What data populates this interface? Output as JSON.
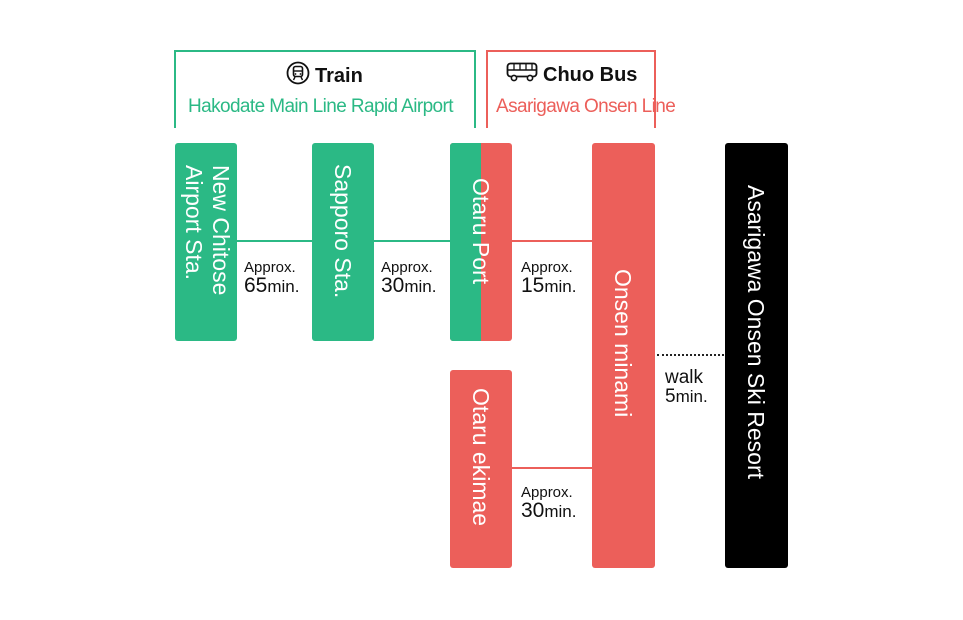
{
  "train": {
    "title": "Train",
    "line": "Hakodate Main Line Rapid Airport",
    "icon": "train-icon",
    "color": "#2bb985"
  },
  "bus": {
    "title": "Chuo Bus",
    "line": "Asarigawa Onsen Line",
    "icon": "bus-icon",
    "color": "#ec5f5a"
  },
  "stations": {
    "new_chitose": [
      "New Chitose",
      "Airport Sta."
    ],
    "sapporo": "Sapporo Sta.",
    "otaru_port": "Otaru Port",
    "otaru_ekimae": "Otaru ekimae",
    "onsen_minami": "Onsen minami",
    "ski_resort": "Asarigawa Onsen Ski Resort"
  },
  "legs": {
    "chitose_sapporo": {
      "prefix": "Approx.",
      "value": "65",
      "unit": "min."
    },
    "sapporo_otaru": {
      "prefix": "Approx.",
      "value": "30",
      "unit": "min."
    },
    "port_minami": {
      "prefix": "Approx.",
      "value": "15",
      "unit": "min."
    },
    "ekimae_minami": {
      "prefix": "Approx.",
      "value": "30",
      "unit": "min."
    },
    "walk": {
      "prefix": "walk",
      "value": "5",
      "unit": "min."
    }
  },
  "colors": {
    "train": "#2bb985",
    "bus": "#ec5f5a",
    "destination": "#000000"
  }
}
